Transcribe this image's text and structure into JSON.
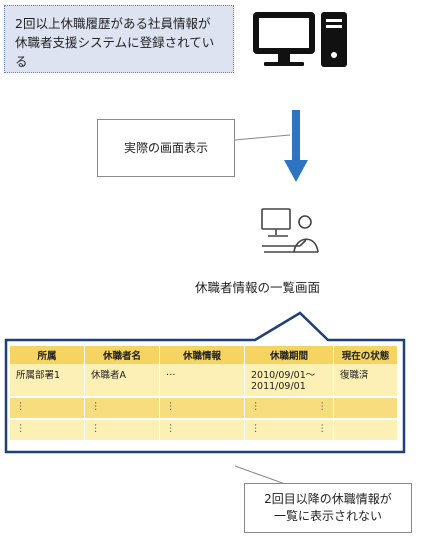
{
  "top_note": {
    "line1": "2回以上休職履歴がある社員情報が",
    "line2": "休職者支援システムに登録されている"
  },
  "mid_callout": "実際の画面表示",
  "caption": "休職者情報の一覧画面",
  "bottom_callout": {
    "line1": "2回目以降の休職情報が",
    "line2": "一覧に表示されない"
  },
  "table": {
    "headers": [
      "所属",
      "休職者名",
      "休職情報",
      "休職期間",
      "現在の状態"
    ],
    "row1": {
      "dept": "所属部署1",
      "name": "休職者A",
      "info": "…",
      "period1": "2010/09/01～",
      "period2": "2011/09/01",
      "status": "復職済"
    },
    "ellipsis": "⋮"
  },
  "colors": {
    "arrow": "#2e74c2",
    "header": "#f5d462",
    "row": "#fdf0b4",
    "row_alt": "#f8dd7e",
    "panel_border": "#1f3f7a",
    "note_fill": "#dde3f1"
  },
  "icons": [
    "computer-icon",
    "user-at-desk-icon",
    "down-arrow-icon"
  ]
}
